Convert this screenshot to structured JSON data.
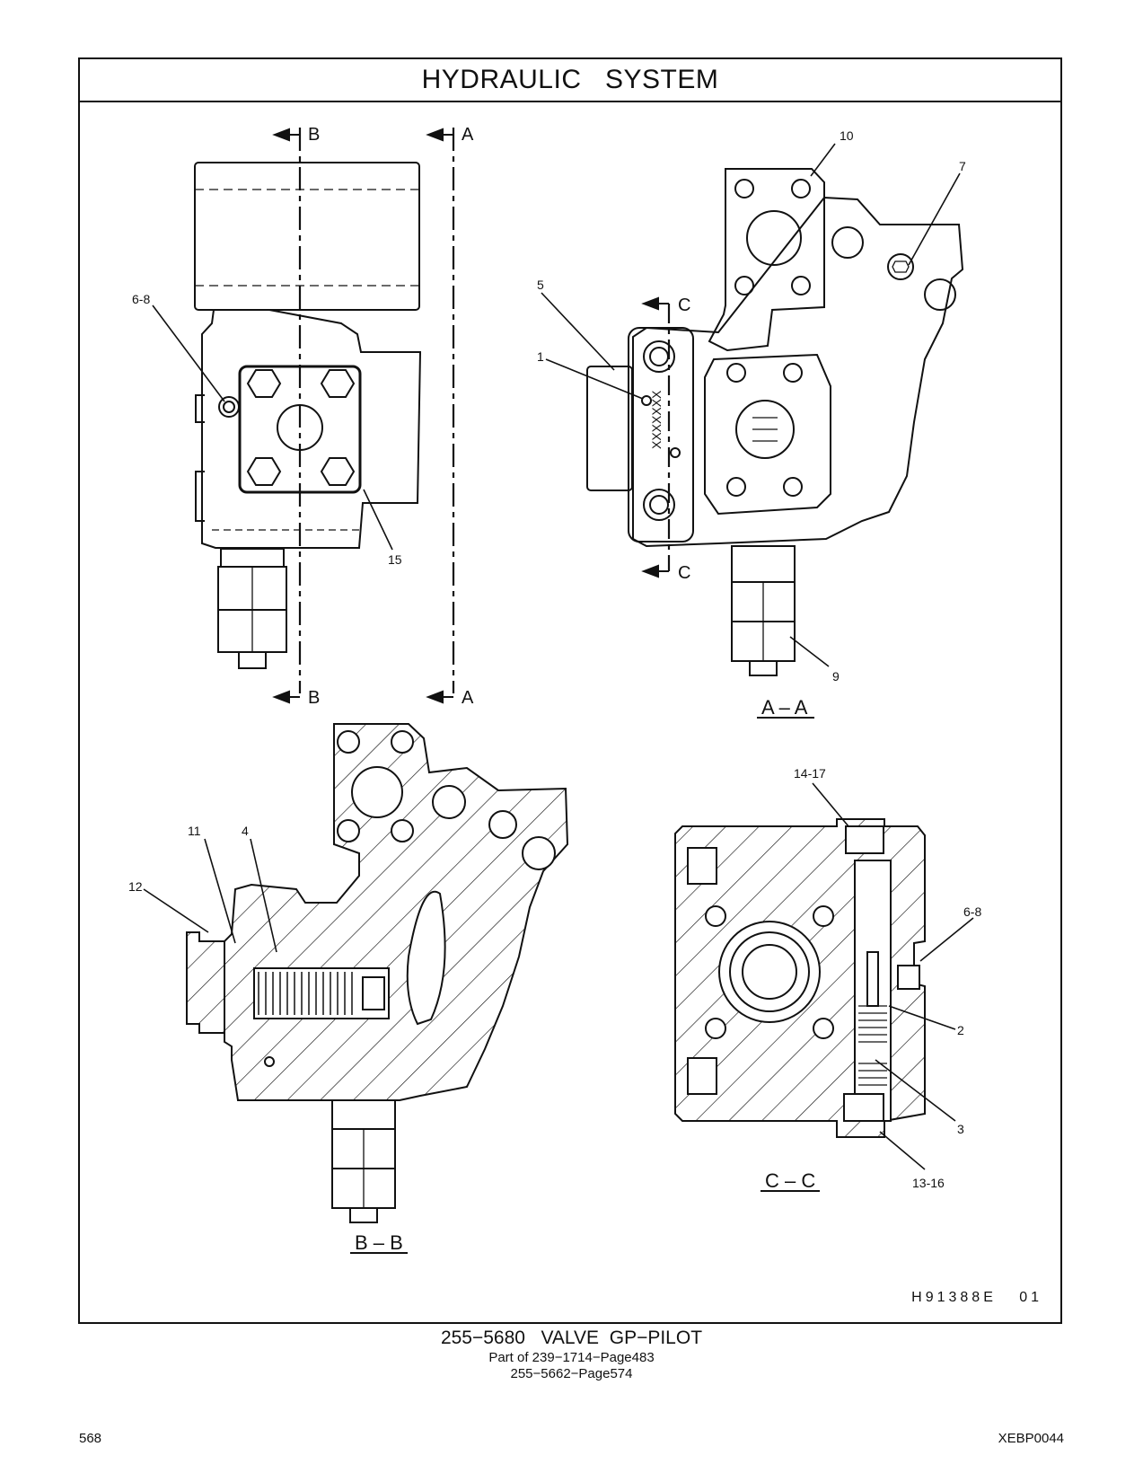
{
  "title": "HYDRAULIC   SYSTEM",
  "drawing_code": "H91388E   01",
  "caption": {
    "part": "255−5680   VALVE  GP−PILOT",
    "line2": "Part of 239−1714−Page483",
    "line3": "255−5662−Page574"
  },
  "footer": {
    "page": "568",
    "doc": "XEBP0044"
  },
  "section_markers": {
    "a": "A",
    "b": "B",
    "c": "C"
  },
  "view_labels": {
    "aa": "A – A",
    "bb": "B – B",
    "cc": "C – C"
  },
  "callouts": {
    "n1": "1",
    "n2": "2",
    "n3": "3",
    "n4": "4",
    "n5": "5",
    "n7": "7",
    "n9": "9",
    "n10": "10",
    "n11": "11",
    "n12": "12",
    "n15": "15",
    "n6_8": "6-8",
    "n14_17": "14-17",
    "n13_16": "13-16"
  },
  "plate_text": "XXXXXXX"
}
